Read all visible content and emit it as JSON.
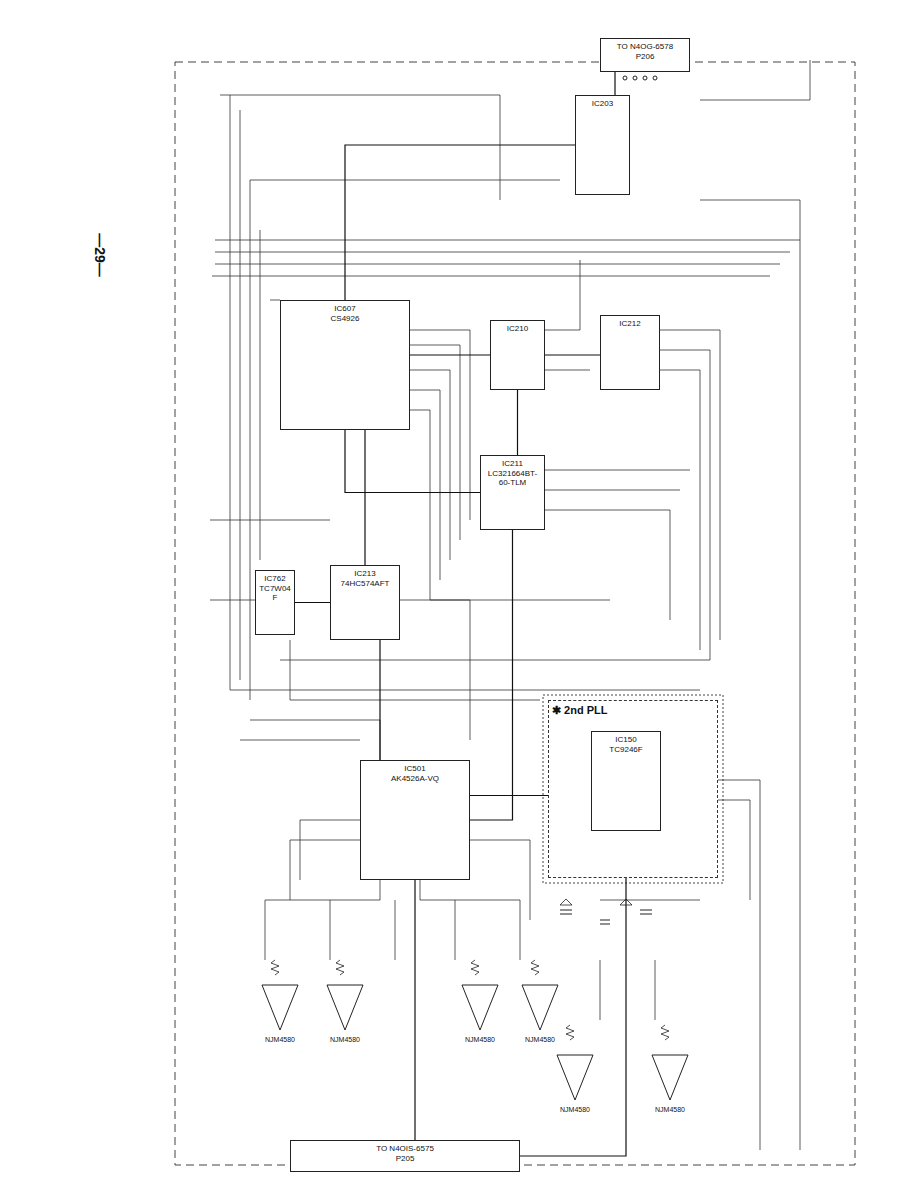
{
  "diagram": {
    "nodes": [
      {
        "text": [
          "TO N4OG-6578",
          "P206"
        ]
      },
      {
        "text": [
          "IC203"
        ]
      },
      {
        "text": [
          "IC607",
          "CS4926"
        ]
      },
      {
        "text": [
          "IC210"
        ]
      },
      {
        "text": [
          "IC212"
        ]
      },
      {
        "text": [
          "IC211",
          "LC321664BT-60-TLM"
        ]
      },
      {
        "text": [
          "IC213",
          "74HC574AFT"
        ]
      },
      {
        "text": [
          "IC762",
          "TC7W04F"
        ]
      },
      {
        "text": [
          "✱ 2nd PLL"
        ]
      },
      {
        "text": [
          "IC150",
          "TC9246F"
        ],
        "in": 8
      },
      {
        "text": [
          "IC501",
          "AK4526A-VQ"
        ]
      },
      {
        "text": [
          "TO N4OIS-6575",
          "P205"
        ]
      }
    ],
    "edges": [
      {
        "from": 0,
        "to": 1,
        "arrow": "none"
      },
      {
        "from": 1,
        "to": 2,
        "arrow": "none"
      },
      {
        "from": 2,
        "to": 3,
        "arrow": "none"
      },
      {
        "from": 3,
        "to": 4,
        "arrow": "none"
      },
      {
        "from": 2,
        "to": 5,
        "arrow": "none"
      },
      {
        "from": 3,
        "to": 5,
        "arrow": "none"
      },
      {
        "from": 2,
        "to": 6,
        "arrow": "none"
      },
      {
        "from": 6,
        "to": 7,
        "arrow": "none"
      },
      {
        "from": 6,
        "to": 10,
        "arrow": "none"
      },
      {
        "from": 5,
        "to": 10,
        "arrow": "none"
      },
      {
        "from": 10,
        "to": 9,
        "arrow": "none"
      },
      {
        "from": 10,
        "to": 11,
        "arrow": "none"
      },
      {
        "from": 9,
        "to": 11,
        "arrow": "none"
      }
    ],
    "labels": [
      "—29—",
      "NJM4580",
      "NJM4580",
      "NJM4580",
      "NJM4580",
      "NJM4580",
      "NJM4580"
    ]
  }
}
